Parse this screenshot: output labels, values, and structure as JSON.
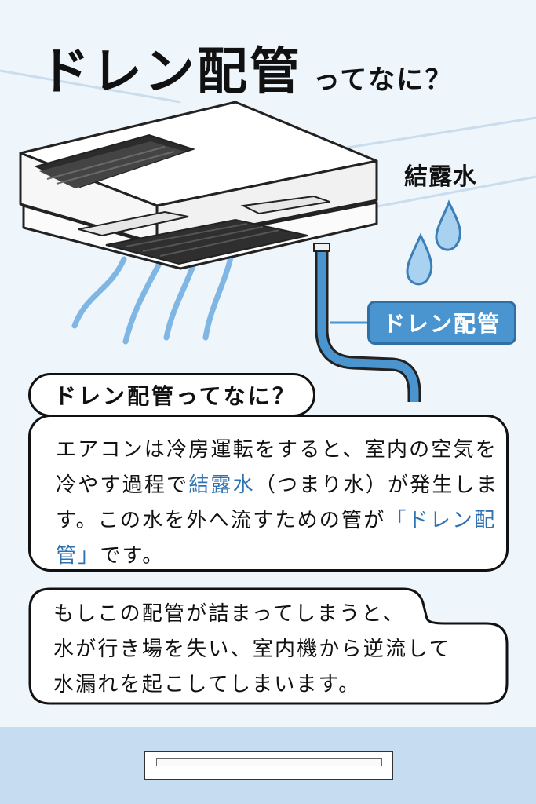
{
  "title": {
    "main": "ドレン配管",
    "sub": "ってなに？"
  },
  "illustration": {
    "condensation_label": "結露水",
    "drain_tag": "ドレン配管",
    "icons": [
      "ceiling-ac-unit-icon",
      "airflow-icon",
      "water-drop-icon",
      "drain-pipe-icon"
    ],
    "colors": {
      "pipe": "#4a95cf",
      "tag": "#4a95cf",
      "drop": "#a9d1f0",
      "airflow": "#7fb6e3"
    }
  },
  "question": "ドレン配管ってなに？",
  "explanation": {
    "line1": "エアコンは冷房運転をすると、室内の空気を",
    "line2_pre": "冷やす過程で",
    "line2_hl": "結露水",
    "line2_post": "（つまり水）が発生しま",
    "line3_pre": "す。この水を外へ流すための管が",
    "line3_hl": "「ドレン配",
    "line4_hl": "管」",
    "line4_post": "です。",
    "highlight_color": "#2f72b0"
  },
  "warning": {
    "line1": "もしこの配管が詰まってしまうと、",
    "line2": "水が行き場を失い、室内機から逆流して",
    "line3": "水漏れを起こしてしまいます。"
  },
  "colors": {
    "background": "#eef5fb",
    "footer": "#c5dcf1"
  }
}
